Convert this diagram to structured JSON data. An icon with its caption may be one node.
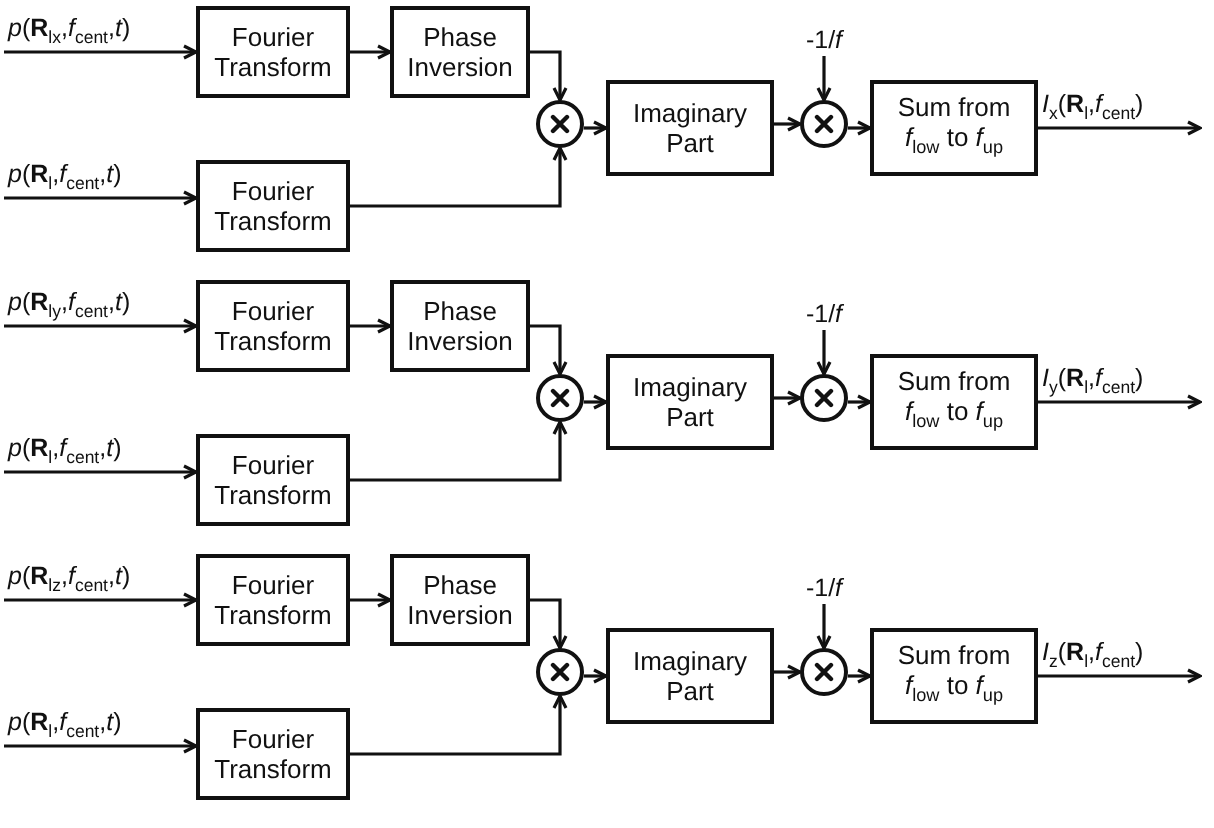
{
  "diagram": {
    "nodes": [
      {
        "text": [
          "Fourier Transform"
        ]
      },
      {
        "text": [
          "Phase Inversion"
        ]
      },
      {
        "text": [
          "Fourier Transform"
        ]
      },
      {
        "text": [],
        "shape": "circle"
      },
      {
        "text": [
          "Imaginary Part"
        ]
      },
      {
        "text": [],
        "shape": "circle"
      },
      {
        "text": [
          "Sum from *f*$_{low}$ to *f*$_{up}$"
        ]
      },
      {
        "text": [
          "Fourier Transform"
        ]
      },
      {
        "text": [
          "Phase Inversion"
        ]
      },
      {
        "text": [
          "Fourier Transform"
        ]
      },
      {
        "text": [],
        "shape": "circle"
      },
      {
        "text": [
          "Imaginary Part"
        ]
      },
      {
        "text": [],
        "shape": "circle"
      },
      {
        "text": [
          "Sum from *f*$_{low}$ to *f*$_{up}$"
        ]
      },
      {
        "text": [
          "Fourier Transform"
        ]
      },
      {
        "text": [
          "Phase Inversion"
        ]
      },
      {
        "text": [
          "Fourier Transform"
        ]
      },
      {
        "text": [],
        "shape": "circle"
      },
      {
        "text": [
          "Imaginary Part"
        ]
      },
      {
        "text": [],
        "shape": "circle"
      },
      {
        "text": [
          "Sum from *f*$_{low}$ to *f*$_{up}$"
        ]
      }
    ],
    "edges": [
      {
        "from": null,
        "to": 0,
        "arrow": "to",
        "label": "*p*(**R**$_{lx}$,*f*$_{cent}$,*t*)"
      },
      {
        "from": 0,
        "to": 1,
        "arrow": "to"
      },
      {
        "from": null,
        "to": 2,
        "arrow": "to",
        "label": "*p*(**R**$_{l}$,*f*$_{cent}$,*t*)"
      },
      {
        "from": 1,
        "to": 3,
        "arrow": "to"
      },
      {
        "from": 2,
        "to": 3,
        "arrow": "to"
      },
      {
        "from": 3,
        "to": 4,
        "arrow": "to"
      },
      {
        "from": 4,
        "to": 5,
        "arrow": "to"
      },
      {
        "from": null,
        "to": 5,
        "arrow": "to",
        "label": "-1/*f*"
      },
      {
        "from": 5,
        "to": 6,
        "arrow": "to"
      },
      {
        "from": 6,
        "to": null,
        "arrow": "to",
        "label": "*I*$_{x}$(**R**$_{l}$,*f*$_{cent}$)"
      },
      {
        "from": null,
        "to": 7,
        "arrow": "to",
        "label": "*p*(**R**$_{ly}$,*f*$_{cent}$,*t*)"
      },
      {
        "from": 7,
        "to": 8,
        "arrow": "to"
      },
      {
        "from": null,
        "to": 9,
        "arrow": "to",
        "label": "*p*(**R**$_{l}$,*f*$_{cent}$,*t*)"
      },
      {
        "from": 8,
        "to": 10,
        "arrow": "to"
      },
      {
        "from": 9,
        "to": 10,
        "arrow": "to"
      },
      {
        "from": 10,
        "to": 11,
        "arrow": "to"
      },
      {
        "from": 11,
        "to": 12,
        "arrow": "to"
      },
      {
        "from": null,
        "to": 12,
        "arrow": "to",
        "label": "-1/*f*"
      },
      {
        "from": 12,
        "to": 13,
        "arrow": "to"
      },
      {
        "from": 13,
        "to": null,
        "arrow": "to",
        "label": "*I*$_{y}$(**R**$_{l}$,*f*$_{cent}$)"
      },
      {
        "from": null,
        "to": 14,
        "arrow": "to",
        "label": "*p*(**R**$_{lz}$,*f*$_{cent}$,*t*)"
      },
      {
        "from": 14,
        "to": 15,
        "arrow": "to"
      },
      {
        "from": null,
        "to": 16,
        "arrow": "to",
        "label": "*p*(**R**$_{l}$,*f*$_{cent}$,*t*)"
      },
      {
        "from": 15,
        "to": 17,
        "arrow": "to"
      },
      {
        "from": 16,
        "to": 17,
        "arrow": "to"
      },
      {
        "from": 17,
        "to": 18,
        "arrow": "to"
      },
      {
        "from": 18,
        "to": 19,
        "arrow": "to"
      },
      {
        "from": null,
        "to": 19,
        "arrow": "to",
        "label": "-1/*f*"
      },
      {
        "from": 19,
        "to": 20,
        "arrow": "to"
      },
      {
        "from": 20,
        "to": null,
        "arrow": "to",
        "label": "*I*$_{z}$(**R**$_{l}$,*f*$_{cent}$)"
      }
    ]
  }
}
